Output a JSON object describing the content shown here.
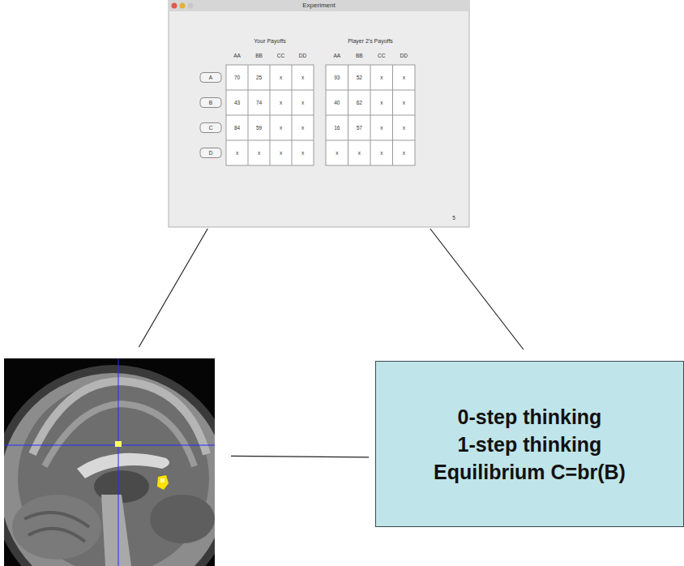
{
  "diagram": {
    "nodes": [
      {
        "text": [
          "Experiment"
        ]
      },
      {
        "text": []
      },
      {
        "text": [
          "0-step thinking",
          "1-step thinking",
          "Equilibrium C=br(B)"
        ]
      }
    ],
    "edges": [
      {
        "from": 0,
        "to": 1,
        "arrow": "none"
      },
      {
        "from": 0,
        "to": 2,
        "arrow": "none"
      },
      {
        "from": 1,
        "to": 2,
        "arrow": "none"
      }
    ],
    "labels": [
      "Your Payoffs",
      "AA",
      "BB",
      "CC",
      "DD",
      "A",
      "B",
      "C",
      "D",
      "70",
      "25",
      "x",
      "x",
      "43",
      "74",
      "x",
      "x",
      "84",
      "59",
      "x",
      "x",
      "x",
      "x",
      "x",
      "x",
      "Player 2's Payoffs",
      "AA",
      "BB",
      "CC",
      "DD",
      "93",
      "52",
      "x",
      "x",
      "40",
      "62",
      "x",
      "x",
      "16",
      "57",
      "x",
      "x",
      "x",
      "x",
      "x",
      "x",
      "5"
    ]
  }
}
